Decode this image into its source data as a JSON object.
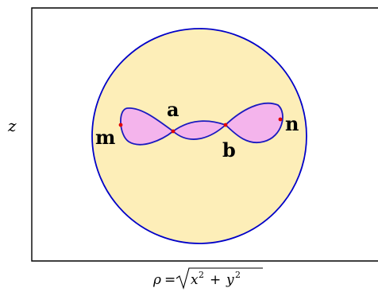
{
  "labels": {
    "z_axis": "z",
    "rho": "ρ",
    "equals": "=",
    "x": "x",
    "y": "y",
    "plus": "+",
    "exponent": "2"
  },
  "points": {
    "a": "a",
    "b": "b",
    "m": "m",
    "n": "n"
  },
  "colors": {
    "frame": "#000000",
    "circle_stroke": "#0000c8",
    "circle_fill": "#fdeeb8",
    "lemniscate_stroke": "#1a1ac0",
    "lemniscate_fill": "#f4b4ec",
    "marker": "#e00000"
  }
}
